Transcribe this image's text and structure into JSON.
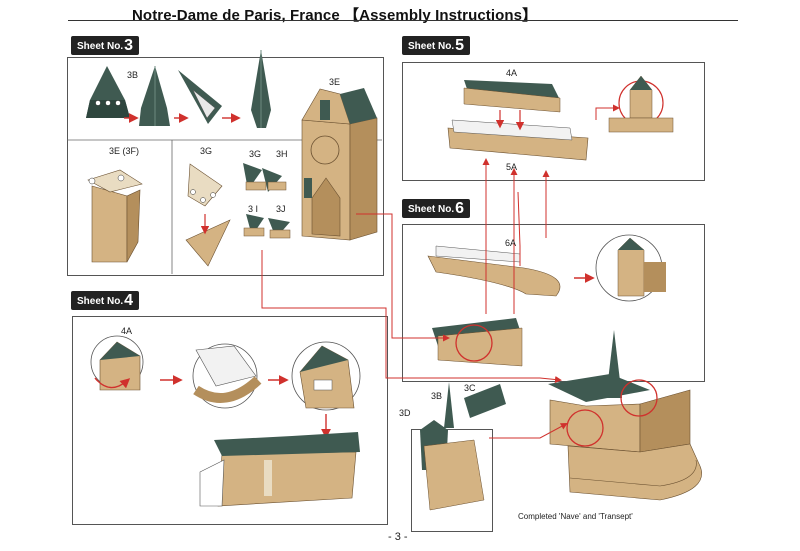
{
  "header": {
    "title": "Notre-Dame de Paris, France 【Assembly Instructions】"
  },
  "sheets": {
    "s3": {
      "prefix": "Sheet No.",
      "num": "3"
    },
    "s4": {
      "prefix": "Sheet No.",
      "num": "4"
    },
    "s5": {
      "prefix": "Sheet No.",
      "num": "5"
    },
    "s6": {
      "prefix": "Sheet No.",
      "num": "6"
    }
  },
  "labels": {
    "p3b": "3B",
    "p3e": "3E",
    "p3ef": "3E  (3F)",
    "p3g": "3G",
    "p3g2": "3G",
    "p3h": "3H",
    "p3i": "3 I",
    "p3j": "3J",
    "p4a": "4A",
    "p5a_top": "4A",
    "p5a": "5A",
    "p6a": "6A",
    "p3b_low": "3B",
    "p3c": "3C",
    "p3d": "3D"
  },
  "caption": "Completed 'Nave' and 'Transept'",
  "page": "- 3 -",
  "colors": {
    "paper": "#d4b383",
    "paper_dark": "#b48f5c",
    "roof": "#3f5a51",
    "roof_light": "#6c8a7f",
    "arrow": "#d0312d"
  }
}
